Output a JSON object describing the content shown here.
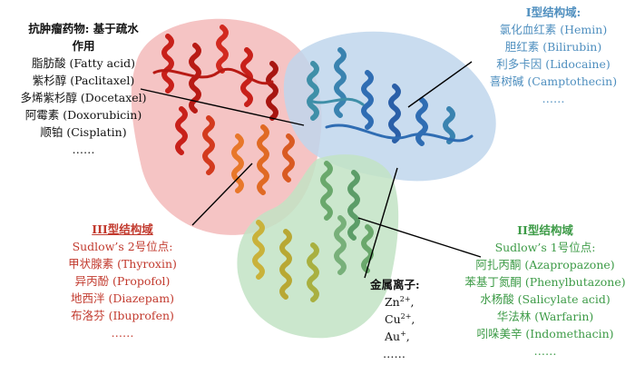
{
  "left_panel": {
    "title_line1": "抗肿瘤药物: 基于疏水",
    "title_line2": "作用",
    "items": [
      "脂肪酸 (Fatty acid)",
      "紫杉醇 (Paclitaxel)",
      "多烯紫杉醇 (Docetaxel)",
      "阿霉素 (Doxorubicin)",
      "顺铂 (Cisplatin)",
      "……"
    ]
  },
  "domain_I": {
    "title": "I型结构域:",
    "items": [
      "氯化血红素 (Hemin)",
      "胆红素 (Bilirubin)",
      "利多卡因 (Lidocaine)",
      "喜树碱 (Camptothecin)",
      "……"
    ]
  },
  "domain_III": {
    "title": "III型结构域",
    "subtitle": "Sudlow’s 2号位点:",
    "items": [
      "甲状腺素 (Thyroxin)",
      "异丙酚 (Propofol)",
      "地西泮 (Diazepam)",
      "布洛芬 (Ibuprofen)",
      "……"
    ]
  },
  "domain_II": {
    "title": "II型结构域",
    "subtitle": "Sudlow’s 1号位点:",
    "items": [
      "阿扎丙酮 (Azapropazone)",
      "苯基丁氮酮 (Phenylbutazone)",
      "水杨酸 (Salicylate acid)",
      "华法林 (Warfarin)",
      "吲哚美辛 (Indomethacin)",
      "……"
    ]
  },
  "metal_ions": {
    "title": "金属离子:",
    "items": [
      {
        "base": "Zn",
        "sup": "2+",
        "tail": ","
      },
      {
        "base": "Cu",
        "sup": "2+",
        "tail": ","
      },
      {
        "base": "Au",
        "sup": "+",
        "tail": ","
      }
    ],
    "ellipsis": "……"
  },
  "colors": {
    "region_red": "#f2b5b5",
    "region_blue": "#bfd6ec",
    "region_green": "#c2e3c4",
    "helix_red": "#c8201a",
    "helix_orange": "#e8772a",
    "helix_yellow": "#c9b23a",
    "helix_green": "#6aa86c",
    "helix_teal": "#3f8fa8",
    "helix_blue": "#2f6db3"
  }
}
